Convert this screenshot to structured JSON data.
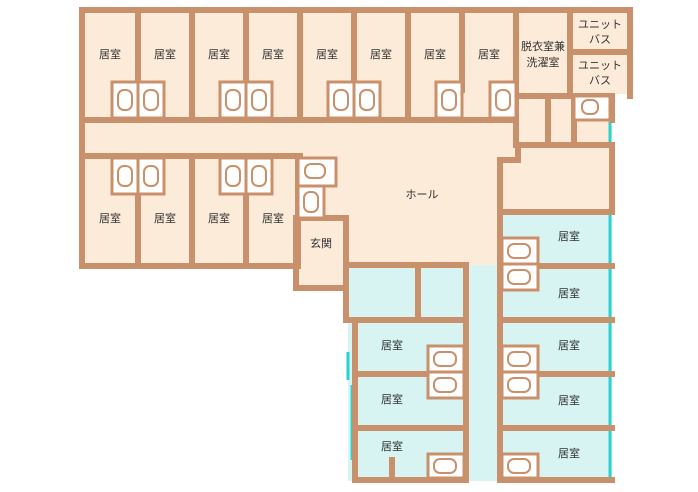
{
  "rooms": {
    "top": [
      "居室",
      "居室",
      "居室",
      "居室",
      "居室",
      "居室",
      "居室",
      "居室"
    ],
    "upper_left": [
      "居室",
      "居室",
      "居室",
      "居室"
    ],
    "right": [
      "居室",
      "居室",
      "居室",
      "居室",
      "居室"
    ],
    "lower_middle": [
      "居室",
      "居室",
      "居室"
    ]
  },
  "labels": {
    "dressing_line1": "脱衣室兼",
    "dressing_line2": "洗濯室",
    "unit_bath_1_line1": "ユニット",
    "unit_bath_1_line2": "バス",
    "unit_bath_2_line1": "ユニット",
    "unit_bath_2_line2": "バス",
    "hall": "ホール",
    "entrance": "玄関"
  },
  "colors": {
    "wall": "#c8916b",
    "floor_beige": "#fcebd9",
    "floor_cyan": "#d7f4f2",
    "window": "#2ad3cf",
    "fixture": "#ffffff"
  }
}
